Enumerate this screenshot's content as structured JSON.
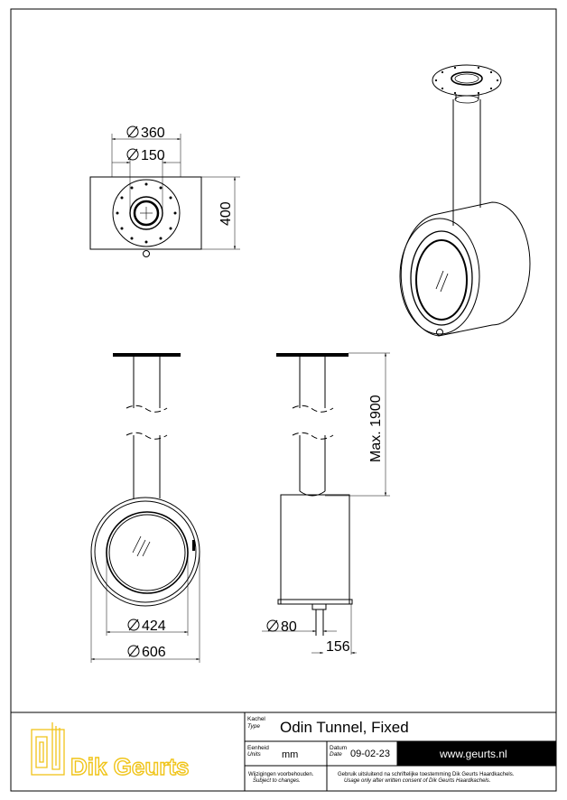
{
  "dimensions": {
    "top_outer_diameter": "360",
    "top_inner_diameter": "150",
    "top_depth": "400",
    "front_inner_diameter": "424",
    "front_outer_diameter": "606",
    "side_max_height": "Max. 1900",
    "side_leg_diameter": "80",
    "side_leg_offset": "156",
    "diameter_symbol": "Ø"
  },
  "title_block": {
    "logo_text": "Dik Geurts",
    "type_label_nl": "Kachel",
    "type_label_en": "Type",
    "type_value": "Odin Tunnel, Fixed",
    "units_label_nl": "Eenheid",
    "units_label_en": "Units",
    "units_value": "mm",
    "date_label_nl": "Datum",
    "date_label_en": "Date",
    "date_value": "09-02-23",
    "website": "www.geurts.nl",
    "changes_nl": "Wijzigingen voorbehouden.",
    "changes_en": "Subject to changes.",
    "usage_nl": "Gebruik uitsluitend na schriftelijke toestemming Dik Geurts Haardkachels.",
    "usage_en": "Usage only after written consent of Dik Geurts Haardkachels."
  },
  "colors": {
    "logo": "#f0c419",
    "line": "#000000",
    "website_bar": "#000000"
  }
}
